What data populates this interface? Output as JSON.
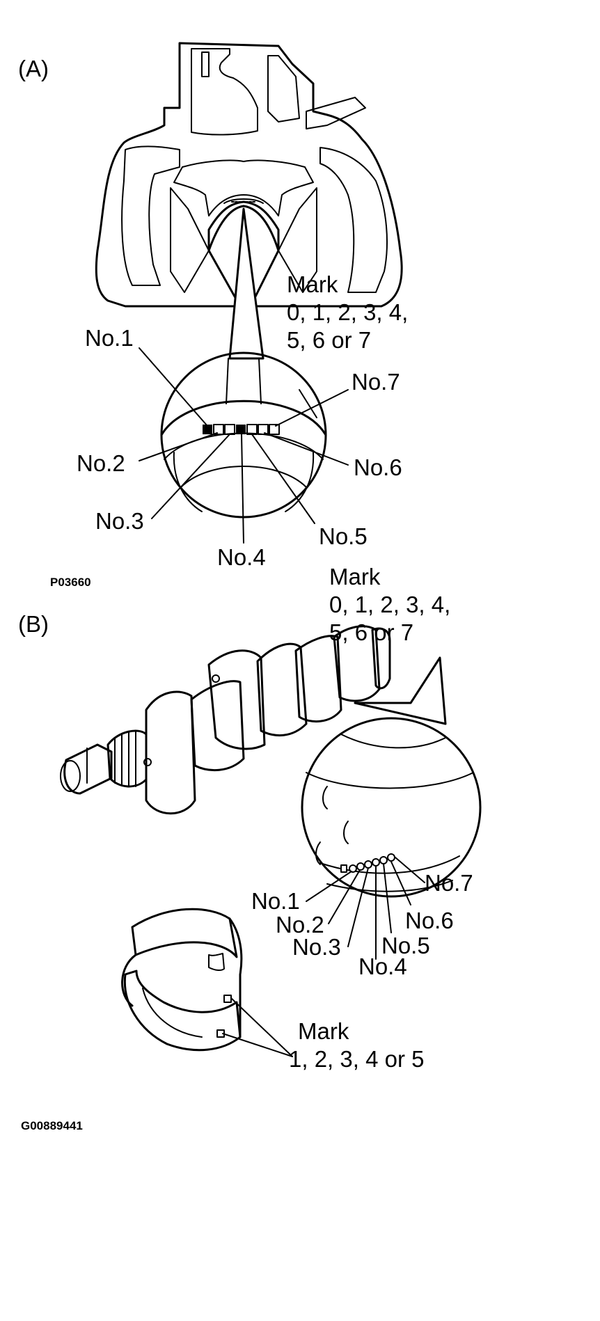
{
  "figure_a": {
    "label": "(A)",
    "mark_heading": "Mark",
    "mark_line1": "0, 1, 2, 3, 4,",
    "mark_line2": "5, 6 or 7",
    "numbers": [
      "No.1",
      "No.2",
      "No.3",
      "No.4",
      "No.5",
      "No.6",
      "No.7"
    ],
    "code": "P03660"
  },
  "figure_b": {
    "label": "(B)",
    "crank_mark_heading": "Mark",
    "crank_mark_line1": "0, 1, 2, 3, 4,",
    "crank_mark_line2": "5, 6 or 7",
    "numbers": [
      "No.1",
      "No.2",
      "No.3",
      "No.4",
      "No.5",
      "No.6",
      "No.7"
    ],
    "bearing_mark_heading": "Mark",
    "bearing_mark_line": "1, 2, 3, 4 or 5",
    "code": "G00889441"
  }
}
